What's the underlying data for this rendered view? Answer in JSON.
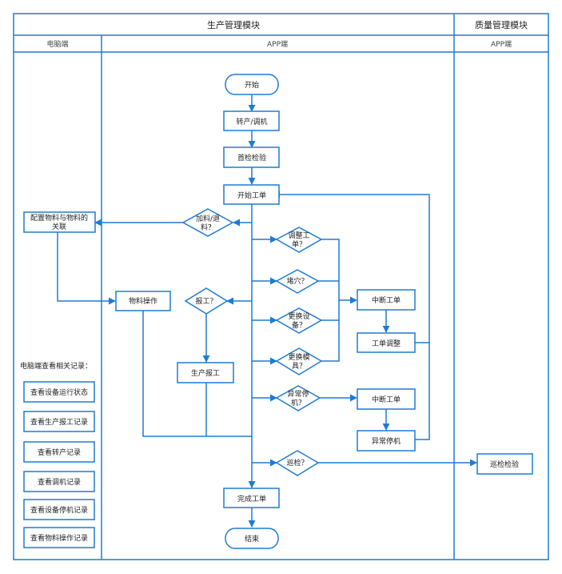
{
  "colors": {
    "line": "#1e7bd4",
    "fill": "#ffffff",
    "text": "#222222"
  },
  "lanes": {
    "production": "生产管理模块",
    "quality": "质量管理模块",
    "pc": "电脑端",
    "app": "APP端",
    "app_quality": "APP端"
  },
  "nodes": {
    "start": "开始",
    "changeover": "转产/调机",
    "first_check": "首检检验",
    "start_order": "开始工单",
    "feed": [
      "加料/退",
      "料？"
    ],
    "config": [
      "配置物料与物料的",
      "关联"
    ],
    "adjust": [
      "调整工",
      "单？"
    ],
    "cavity": "堵穴？",
    "replace_equip": [
      "更换设",
      "备？"
    ],
    "replace_mold": [
      "更换模",
      "具？"
    ],
    "abnormal": [
      "异常停",
      "机？"
    ],
    "report": "报工？",
    "material_op": "物料操作",
    "prod_report": "生产报工",
    "interrupt1": "中断工单",
    "order_adjust": "工单调整",
    "interrupt2": "中断工单",
    "abnormal_stop": "异常停机",
    "patrol": "巡检？",
    "patrol_check": "巡检检验",
    "finish_order": "完成工单",
    "end": "结束"
  },
  "records": {
    "title": "电脑端查看相关记录：",
    "items": [
      "查看设备运行状态",
      "查看生产报工记录",
      "查看转产记录",
      "查看调机记录",
      "查看设备停机记录",
      "查看物料操作记录"
    ]
  }
}
